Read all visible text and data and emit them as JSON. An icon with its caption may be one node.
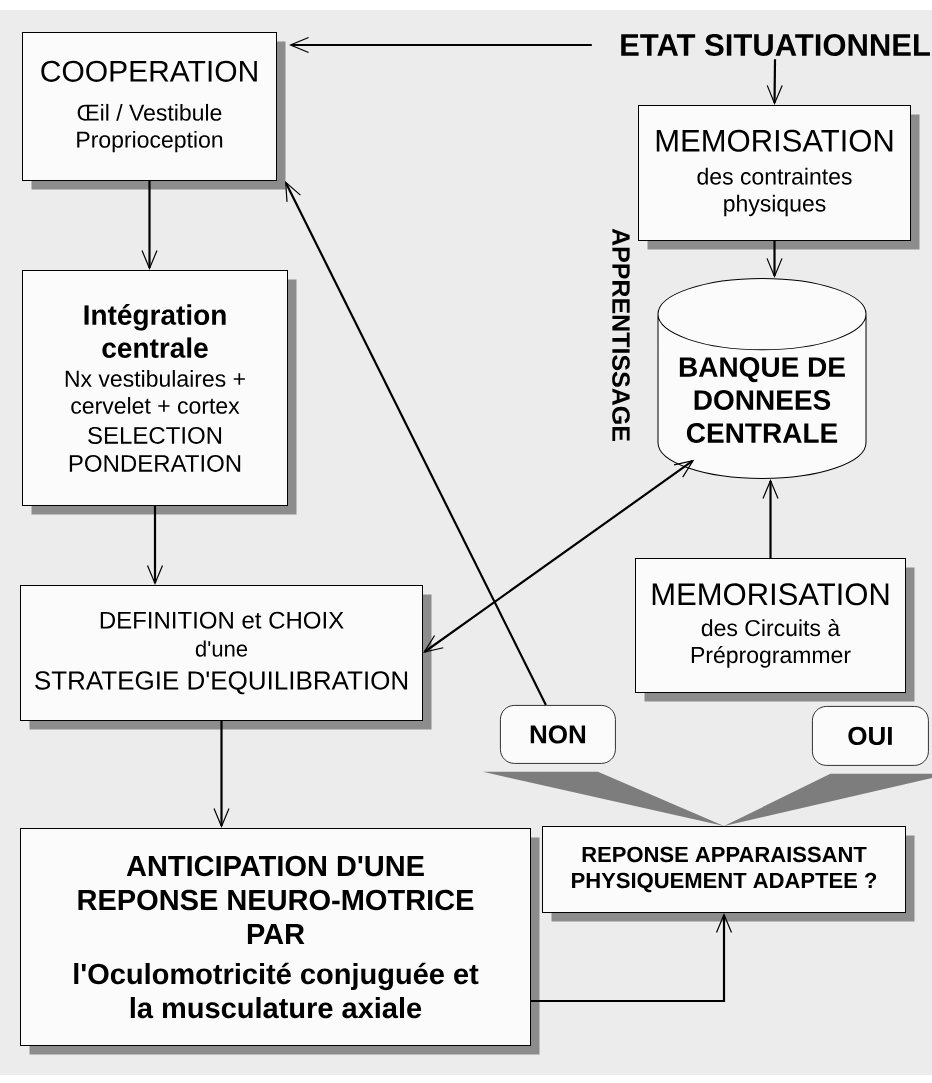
{
  "diagram": {
    "nodes": [
      {
        "text": [
          "COOPERATION",
          "Œil / Vestibule Proprioception"
        ]
      },
      {
        "text": [
          "Intégration centrale",
          "Nx vestibulaires + cervelet + cortex",
          "SELECTION PONDERATION"
        ]
      },
      {
        "text": [
          "DEFINITION et CHOIX",
          "d'une",
          "STRATEGIE D'EQUILIBRATION"
        ]
      },
      {
        "text": [
          "ANTICIPATION D'UNE REPONSE NEURO-MOTRICE PAR",
          "l'Oculomotricité conjuguée et la musculature axiale"
        ]
      },
      {
        "text": [
          "ETAT SITUATIONNEL"
        ]
      },
      {
        "text": [
          "MEMORISATION",
          "des contraintes physiques"
        ]
      },
      {
        "text": [
          "BANQUE DE DONNEES CENTRALE"
        ]
      },
      {
        "text": [
          "MEMORISATION",
          "des Circuits à Préprogrammer"
        ]
      },
      {
        "text": [
          "NON"
        ]
      },
      {
        "text": [
          "OUI"
        ]
      },
      {
        "text": [
          "REPONSE APPARAISSANT PHYSIQUEMENT ADAPTEE ?"
        ]
      }
    ],
    "edges": [
      {
        "from": 4,
        "to": 0,
        "arrow": "to"
      },
      {
        "from": 4,
        "to": 5,
        "arrow": "to"
      },
      {
        "from": 0,
        "to": 1,
        "arrow": "to"
      },
      {
        "from": 1,
        "to": 2,
        "arrow": "to"
      },
      {
        "from": 2,
        "to": 3,
        "arrow": "to"
      },
      {
        "from": 5,
        "to": 6,
        "arrow": "to"
      },
      {
        "from": 7,
        "to": 6,
        "arrow": "to"
      },
      {
        "from": 8,
        "to": 0,
        "arrow": "to"
      },
      {
        "from": 2,
        "to": 6,
        "arrow": "both"
      },
      {
        "from": 8,
        "to": 10,
        "arrow": "none",
        "style": "thick"
      },
      {
        "from": 9,
        "to": 10,
        "arrow": "none",
        "style": "thick"
      },
      {
        "from": 3,
        "to": 10,
        "arrow": "to"
      }
    ],
    "labels": [
      "APPRENTISSAGE"
    ]
  }
}
